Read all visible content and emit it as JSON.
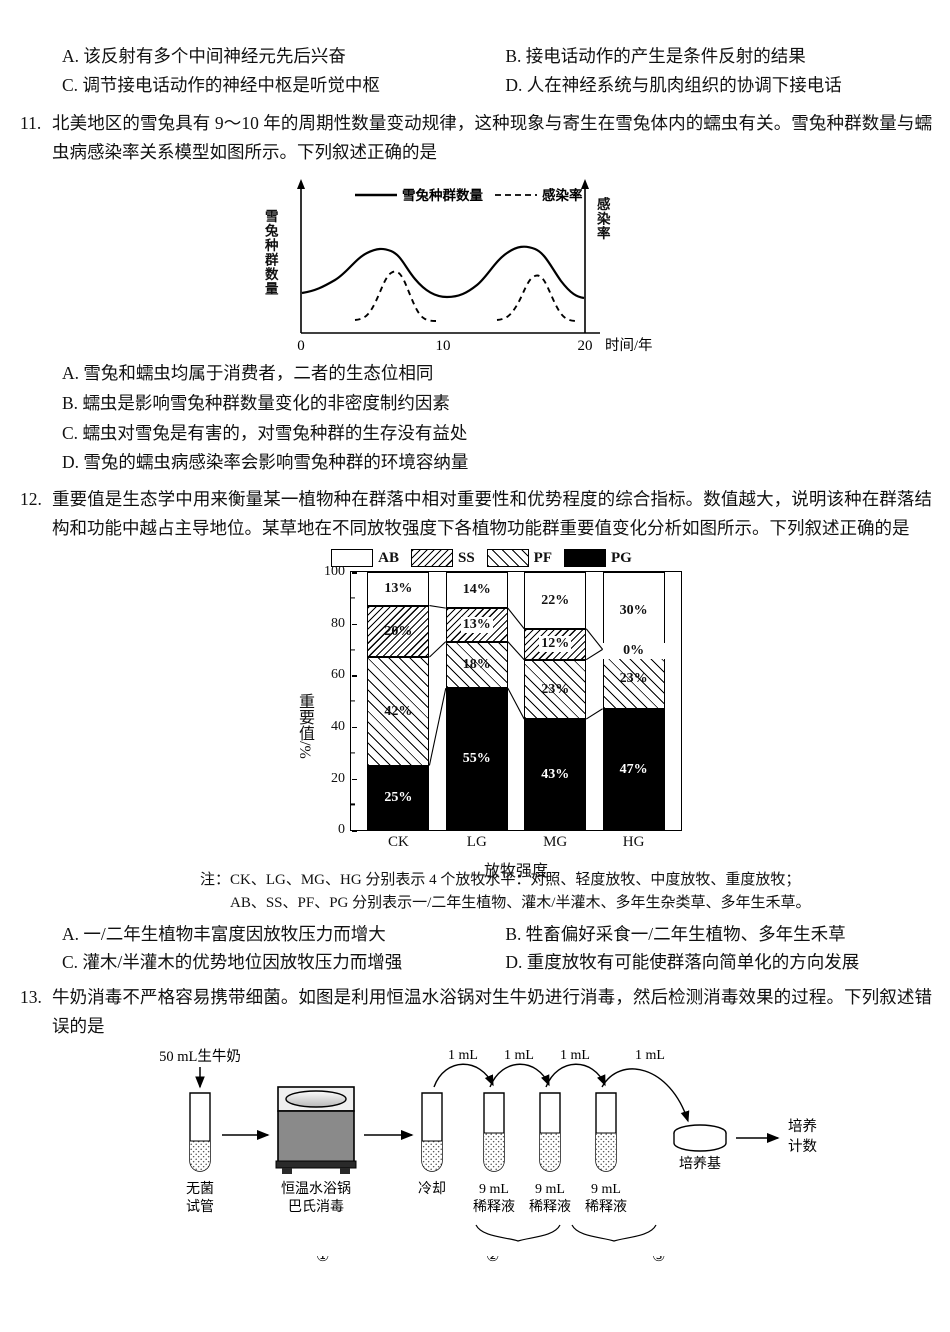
{
  "q10_options": [
    {
      "label": "A.",
      "text": "该反射有多个中间神经元先后兴奋"
    },
    {
      "label": "B.",
      "text": "接电话动作的产生是条件反射的结果"
    },
    {
      "label": "C.",
      "text": "调节接电话动作的神经中枢是听觉中枢"
    },
    {
      "label": "D.",
      "text": "人在神经系统与肌肉组织的协调下接电话"
    }
  ],
  "q11": {
    "number": "11.",
    "stem": "北美地区的雪兔具有 9～10 年的周期性数量变动规律，这种现象与寄生在雪兔体内的蠕虫有关。雪兔种群数量与蠕虫病感染率关系模型如图所示。下列叙述正确的是",
    "options": [
      {
        "label": "A.",
        "text": "雪兔和蠕虫均属于消费者，二者的生态位相同"
      },
      {
        "label": "B.",
        "text": "蠕虫是影响雪兔种群数量变化的非密度制约因素"
      },
      {
        "label": "C.",
        "text": "蠕虫对雪兔是有害的，对雪兔种群的生存没有益处"
      },
      {
        "label": "D.",
        "text": "雪兔的蠕虫病感染率会影响雪兔种群的环境容纳量"
      }
    ]
  },
  "chart_data": [
    {
      "type": "line",
      "title": "",
      "xlabel": "时间/年",
      "ylabel": "雪兔种群数量",
      "ylabel_right": "感染率",
      "xlim": [
        0,
        20
      ],
      "xticks": [
        0,
        10,
        20
      ],
      "xtick_labels": [
        "0",
        "10",
        "20"
      ],
      "grid": false,
      "legend_position": "top",
      "series": [
        {
          "name": "雪兔种群数量",
          "style": "solid",
          "points": [
            [
              0,
              0.5
            ],
            [
              1,
              0.52
            ],
            [
              2,
              0.56
            ],
            [
              3,
              0.62
            ],
            [
              4,
              0.7
            ],
            [
              5,
              0.76
            ],
            [
              6,
              0.77
            ],
            [
              7,
              0.7
            ],
            [
              8,
              0.58
            ],
            [
              9,
              0.5
            ],
            [
              10,
              0.47
            ],
            [
              11,
              0.47
            ],
            [
              12,
              0.5
            ],
            [
              13,
              0.58
            ],
            [
              14,
              0.68
            ],
            [
              15,
              0.77
            ],
            [
              16,
              0.79
            ],
            [
              17,
              0.76
            ],
            [
              18,
              0.64
            ],
            [
              19,
              0.53
            ],
            [
              20,
              0.49
            ]
          ]
        },
        {
          "name": "感染率",
          "style": "dashed",
          "points": [
            [
              3.3,
              0.03
            ],
            [
              4.0,
              0.06
            ],
            [
              4.6,
              0.14
            ],
            [
              5.2,
              0.26
            ],
            [
              5.8,
              0.33
            ],
            [
              6.2,
              0.34
            ],
            [
              6.8,
              0.3
            ],
            [
              7.4,
              0.2
            ],
            [
              8.0,
              0.09
            ],
            [
              8.6,
              0.03
            ],
            [
              13.6,
              0.03
            ],
            [
              14.3,
              0.06
            ],
            [
              15.0,
              0.14
            ],
            [
              15.7,
              0.25
            ],
            [
              16.4,
              0.3
            ],
            [
              17.0,
              0.3
            ],
            [
              17.6,
              0.24
            ],
            [
              18.3,
              0.13
            ],
            [
              19.0,
              0.05
            ],
            [
              19.5,
              0.03
            ]
          ]
        }
      ]
    },
    {
      "type": "bar",
      "subtype": "stacked-100",
      "title": "",
      "xlabel": "放牧强度",
      "ylabel": "重要值/%",
      "ylim": [
        0,
        100
      ],
      "yticks": [
        0,
        20,
        40,
        60,
        80,
        100
      ],
      "categories": [
        "CK",
        "LG",
        "MG",
        "HG"
      ],
      "legend": [
        "AB",
        "SS",
        "PF",
        "PG"
      ],
      "legend_position": "top",
      "grid": false,
      "series": [
        {
          "name": "PG",
          "order": 1,
          "fill": "solid-black",
          "values": [
            25,
            55,
            43,
            47
          ]
        },
        {
          "name": "PF",
          "order": 2,
          "fill": "hatch-forward-sparse",
          "values": [
            42,
            18,
            23,
            23
          ]
        },
        {
          "name": "SS",
          "order": 3,
          "fill": "hatch-backward-dense",
          "values": [
            20,
            13,
            12,
            0
          ]
        },
        {
          "name": "AB",
          "order": 4,
          "fill": "white",
          "values": [
            13,
            14,
            22,
            30
          ]
        }
      ]
    }
  ],
  "q12": {
    "number": "12.",
    "stem": "重要值是生态学中用来衡量某一植物种在群落中相对重要性和优势程度的综合指标。数值越大，说明该种在群落结构和功能中越占主导地位。某草地在不同放牧强度下各植物功能群重要值变化分析如图所示。下列叙述正确的是",
    "note_line1": "注：CK、LG、MG、HG 分别表示 4 个放牧水平：对照、轻度放牧、中度放牧、重度放牧；",
    "note_line2": "AB、SS、PF、PG 分别表示一/二年生植物、灌木/半灌木、多年生杂类草、多年生禾草。",
    "options": [
      {
        "label": "A.",
        "text": "一/二年生植物丰富度因放牧压力而增大"
      },
      {
        "label": "B.",
        "text": "牲畜偏好采食一/二年生植物、多年生禾草"
      },
      {
        "label": "C.",
        "text": "灌木/半灌木的优势地位因放牧压力而增强"
      },
      {
        "label": "D.",
        "text": "重度放牧有可能使群落向简单化的方向发展"
      }
    ]
  },
  "q13": {
    "number": "13.",
    "stem": "牛奶消毒不严格容易携带细菌。如图是利用恒温水浴锅对生牛奶进行消毒，然后检测消毒效果的过程。下列叙述错误的是"
  },
  "figure3": {
    "top_label": "50 mL生牛奶",
    "transfer_labels": [
      "1 mL",
      "1 mL",
      "1 mL",
      "1 mL"
    ],
    "captions": [
      {
        "l1": "无菌",
        "l2": "试管"
      },
      {
        "l1": "恒温水浴锅",
        "l2": "巴氏消毒"
      },
      {
        "l1": "冷却",
        "l2": ""
      },
      {
        "l1": "9 mL",
        "l2": "稀释液"
      },
      {
        "l1": "9 mL",
        "l2": "稀释液"
      },
      {
        "l1": "9 mL",
        "l2": "稀释液"
      }
    ],
    "plate_label": "培养基",
    "result_l1": "培养",
    "result_l2": "计数",
    "markers": [
      "①",
      "②",
      "③"
    ]
  },
  "colors": {
    "ink": "#111111",
    "line": "#000000",
    "bath_body": "#808080",
    "bath_top": "#e8e8e8"
  }
}
